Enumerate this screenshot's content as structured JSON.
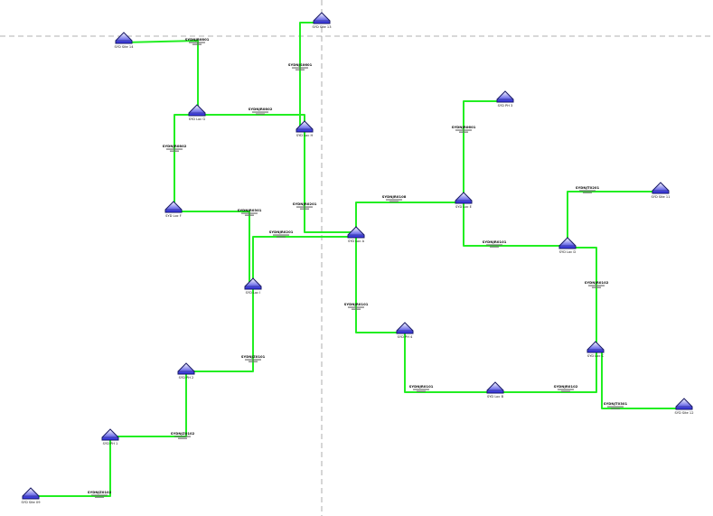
{
  "colors": {
    "link": "#22ee22",
    "node_top": "#ffffff",
    "node_bottom": "#2222dd",
    "node_stroke": "#1a1a66",
    "guide": "#999999"
  },
  "nodes": [
    {
      "id": "n1",
      "label": "SYD Site 13",
      "icon": "house-node-icon"
    },
    {
      "id": "n2",
      "label": "SYD Site 14",
      "icon": "house-node-icon"
    },
    {
      "id": "n3",
      "label": "SYD Loc G",
      "icon": "house-node-icon"
    },
    {
      "id": "n4",
      "label": "SYD Loc H",
      "icon": "house-node-icon"
    },
    {
      "id": "n5",
      "label": "SYD Loc F",
      "icon": "house-node-icon"
    },
    {
      "id": "n6",
      "label": "SYD Loc A",
      "icon": "house-node-icon"
    },
    {
      "id": "n7",
      "label": "SYD Loc I",
      "icon": "house-node-icon"
    },
    {
      "id": "n8",
      "label": "SYD PH 3",
      "icon": "house-node-icon"
    },
    {
      "id": "n9",
      "label": "SYD Loc E",
      "icon": "house-node-icon"
    },
    {
      "id": "n10",
      "label": "SYD Site 11",
      "icon": "house-node-icon"
    },
    {
      "id": "n11",
      "label": "SYD Loc D",
      "icon": "house-node-icon"
    },
    {
      "id": "n12",
      "label": "SYD PH 4",
      "icon": "house-node-icon"
    },
    {
      "id": "n13",
      "label": "SYD Loc C",
      "icon": "house-node-icon"
    },
    {
      "id": "n14",
      "label": "SYD Loc B",
      "icon": "house-node-icon"
    },
    {
      "id": "n15",
      "label": "SYD Site 12",
      "icon": "house-node-icon"
    },
    {
      "id": "n16",
      "label": "SYD PH 2",
      "icon": "house-node-icon"
    },
    {
      "id": "n17",
      "label": "SYD PH 1",
      "icon": "house-node-icon"
    },
    {
      "id": "n18",
      "label": "SYD Site 09",
      "icon": "house-node-icon"
    }
  ],
  "links": [
    {
      "id": "l1",
      "label": "SYDNJR0801"
    },
    {
      "id": "l2",
      "label": "SYDNJS0601"
    },
    {
      "id": "l3",
      "label": "SYDNJR0802"
    },
    {
      "id": "l4",
      "label": "SYDNJR0802"
    },
    {
      "id": "l5",
      "label": "SYDNJR0301"
    },
    {
      "id": "l6",
      "label": "SYDNJR0201"
    },
    {
      "id": "l7",
      "label": "SYDNJR0201"
    },
    {
      "id": "l8",
      "label": "SYDNJR0108"
    },
    {
      "id": "l9",
      "label": "SYDNJR0601"
    },
    {
      "id": "l10",
      "label": "SYDNJT0201"
    },
    {
      "id": "l11",
      "label": "SYDNJR0101"
    },
    {
      "id": "l12",
      "label": "SYDNJR0101"
    },
    {
      "id": "l13",
      "label": "SYDNJR0102"
    },
    {
      "id": "l14",
      "label": "SYDNJR0101"
    },
    {
      "id": "l15",
      "label": "SYDNJR0102"
    },
    {
      "id": "l16",
      "label": "SYDNJT0301"
    },
    {
      "id": "l17",
      "label": "SYDNJZ0101"
    },
    {
      "id": "l18",
      "label": "SYDNJZ0102"
    },
    {
      "id": "l19",
      "label": "SYDNJZ0102"
    }
  ]
}
